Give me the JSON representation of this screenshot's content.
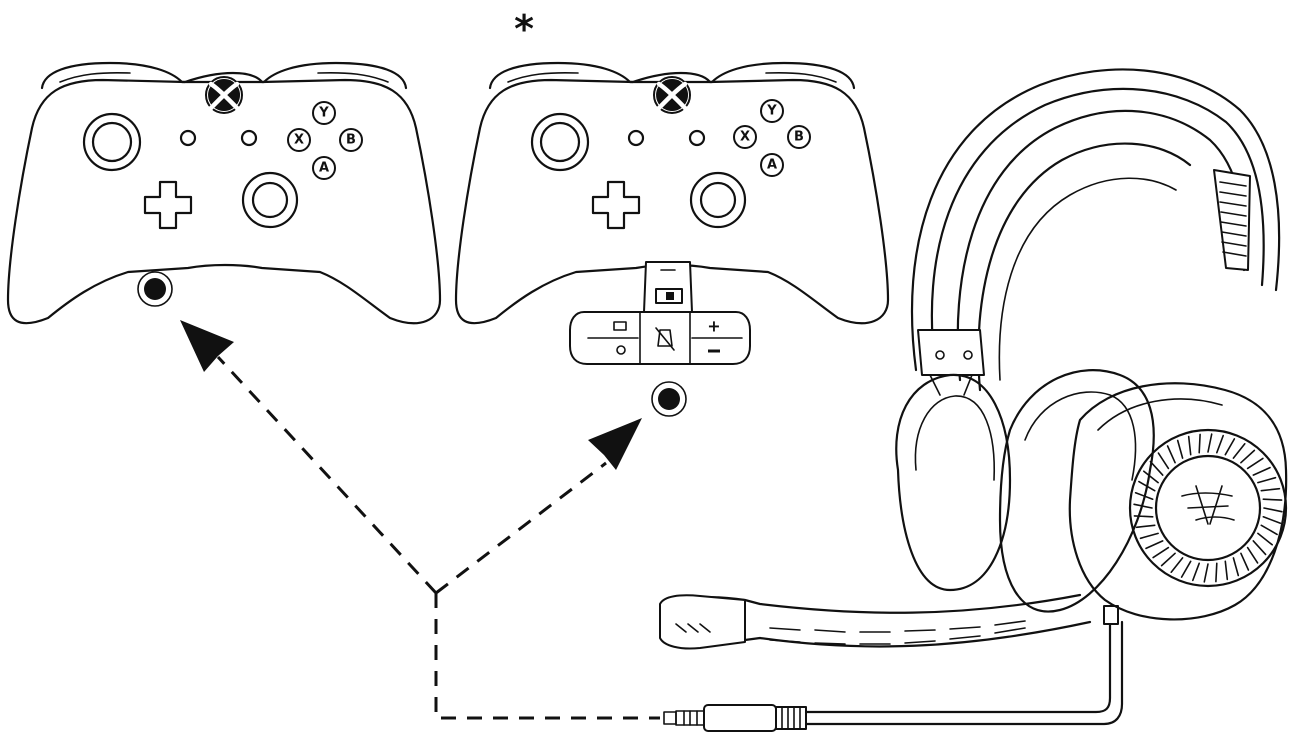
{
  "annotation": {
    "asterisk": "*"
  },
  "controllers": [
    {
      "id": "controller-left",
      "face_buttons": {
        "y": "Y",
        "x": "X",
        "b": "B",
        "a": "A"
      },
      "has_stereo_adapter": false
    },
    {
      "id": "controller-right",
      "face_buttons": {
        "y": "Y",
        "x": "X",
        "b": "B",
        "a": "A"
      },
      "has_stereo_adapter": true
    }
  ],
  "icons": [
    "xbox-logo-icon",
    "headphone-jack-icon",
    "stereo-headset-adapter-icon",
    "headset-icon",
    "hyperx-logo-icon",
    "audio-plug-icon",
    "arrow-icon"
  ],
  "colors": {
    "line": "#111111",
    "background": "#ffffff"
  }
}
